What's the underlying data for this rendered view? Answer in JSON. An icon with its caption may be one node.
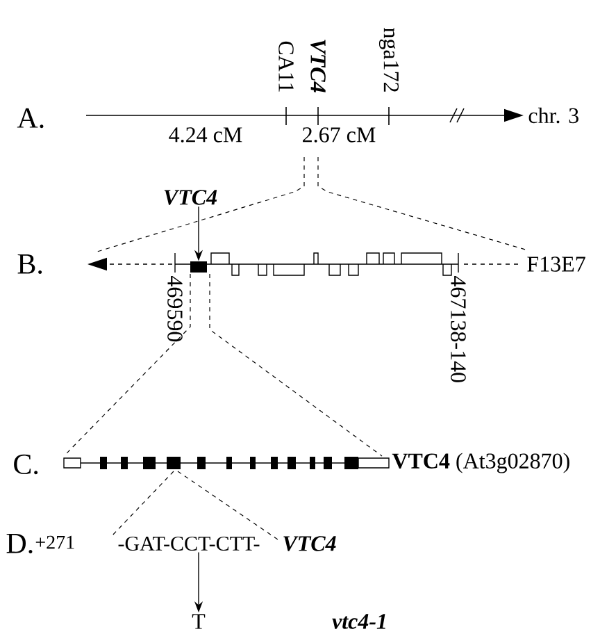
{
  "diagram": {
    "nodes": [
      {
        "text": [
          "VTC4"
        ]
      },
      {
        "text": [],
        "shape": "box"
      },
      {
        "text": [
          "-GAT-CCT-CTT-"
        ]
      },
      {
        "text": [
          "T"
        ]
      }
    ],
    "edges": [
      {
        "from": 0,
        "to": 1,
        "arrow": "to"
      },
      {
        "from": 2,
        "to": 3,
        "arrow": "to"
      }
    ],
    "labels": [
      "A.",
      "CA11",
      "VTC4",
      "nga172",
      "4.24 cM",
      "2.67 cM",
      "chr. 3",
      "B.",
      "F13E7",
      "469590",
      "467138-140",
      "C.",
      "**VTC4** (At3g02870)",
      "D.",
      "+271",
      "VTC4",
      "vtc4-1"
    ]
  }
}
